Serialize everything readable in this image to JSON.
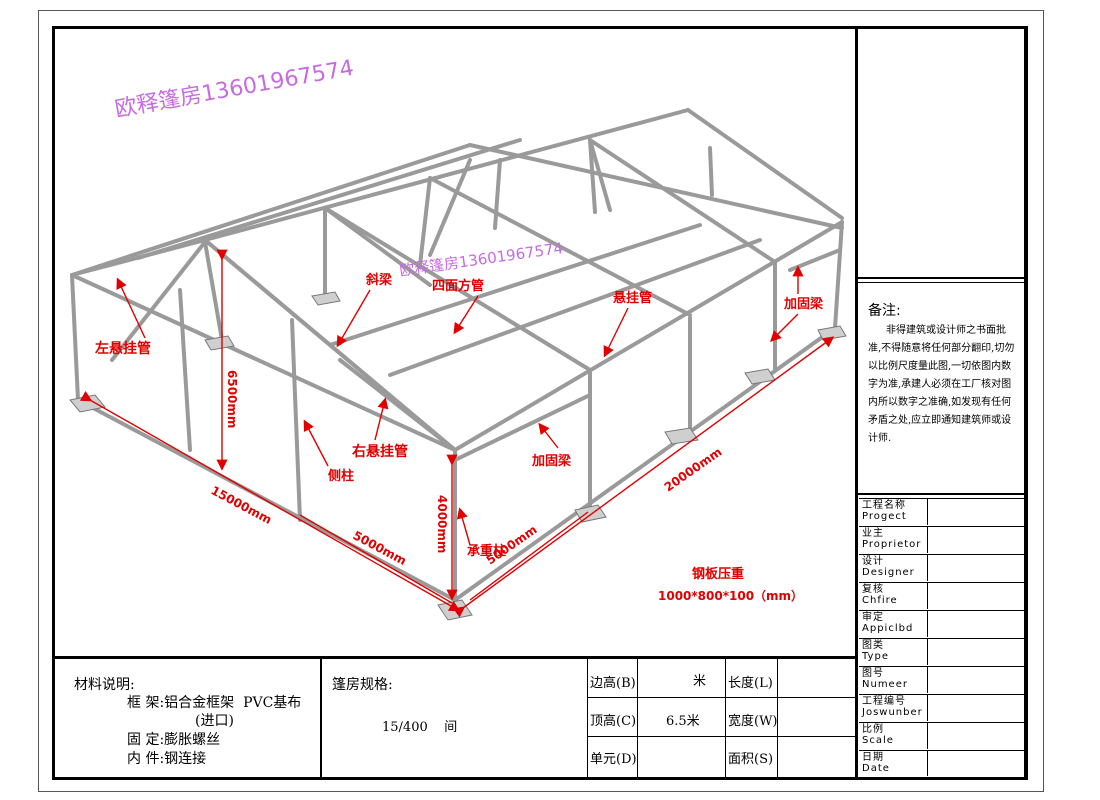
{
  "watermark": [
    "欧释篷房13601967574",
    "欧释篷房13601967574"
  ],
  "labels": {
    "left_hanging_pipe": "左悬挂管",
    "diagonal_beam": "斜梁",
    "square_pipe": "四面方管",
    "hanging_pipe": "悬挂管",
    "reinforce_beam_right": "加固梁",
    "right_hanging_pipe": "右悬挂管",
    "side_column": "侧柱",
    "reinforce_beam_mid": "加固梁",
    "load_column": "承重柱",
    "steel_plate": "钢板压重",
    "steel_plate_size": "1000*800*100（mm）"
  },
  "dimensions": {
    "height_total": "6500mm",
    "width": "15000mm",
    "bay1": "5000mm",
    "bay2": "5000mm",
    "length": "20000mm",
    "eave_height": "4000mm"
  },
  "notes": {
    "title": "备注:",
    "body": "非得建筑或设计师之书面批准,不得随意将任何部分翻印,切勿以比例尺度量此图,一切依图内数字为准,承建人必须在工厂核对图内所以数字之准确,如发现有任何矛盾之处,应立即通知建筑师或设计师."
  },
  "title_block": [
    {
      "cn": "工程名称",
      "en": "Progect"
    },
    {
      "cn": "业主",
      "en": "Proprietor"
    },
    {
      "cn": "设计",
      "en": "Designer"
    },
    {
      "cn": "复核",
      "en": "Chfire"
    },
    {
      "cn": "审定",
      "en": "Appiclbd"
    },
    {
      "cn": "图类",
      "en": "Type"
    },
    {
      "cn": "图号",
      "en": "Numeer"
    },
    {
      "cn": "工程编号",
      "en": "Joswunber"
    },
    {
      "cn": "比例",
      "en": "Scale"
    },
    {
      "cn": "日期",
      "en": "Date"
    }
  ],
  "materials": {
    "title": "材料说明:",
    "frame": "框 架:铝合金框架  PVC基布",
    "frame_cont": "(进口)",
    "fixing": "固 定:膨胀螺丝",
    "parts": "内 件:钢连接"
  },
  "spec": {
    "title": "篷房规格:",
    "value": "15/400    间"
  },
  "table": {
    "eave_label": "边高(B)",
    "eave_value": "米",
    "top_label": "顶高(C)",
    "top_value": "6.5米",
    "unit_label": "单元(D)",
    "unit_value": "",
    "length_label": "长度(L)",
    "width_label": "宽度(W)",
    "area_label": "面积(S)"
  },
  "colors": {
    "label": "#e00000",
    "watermark": "#c76be0",
    "frame": "#9a9a9a"
  }
}
